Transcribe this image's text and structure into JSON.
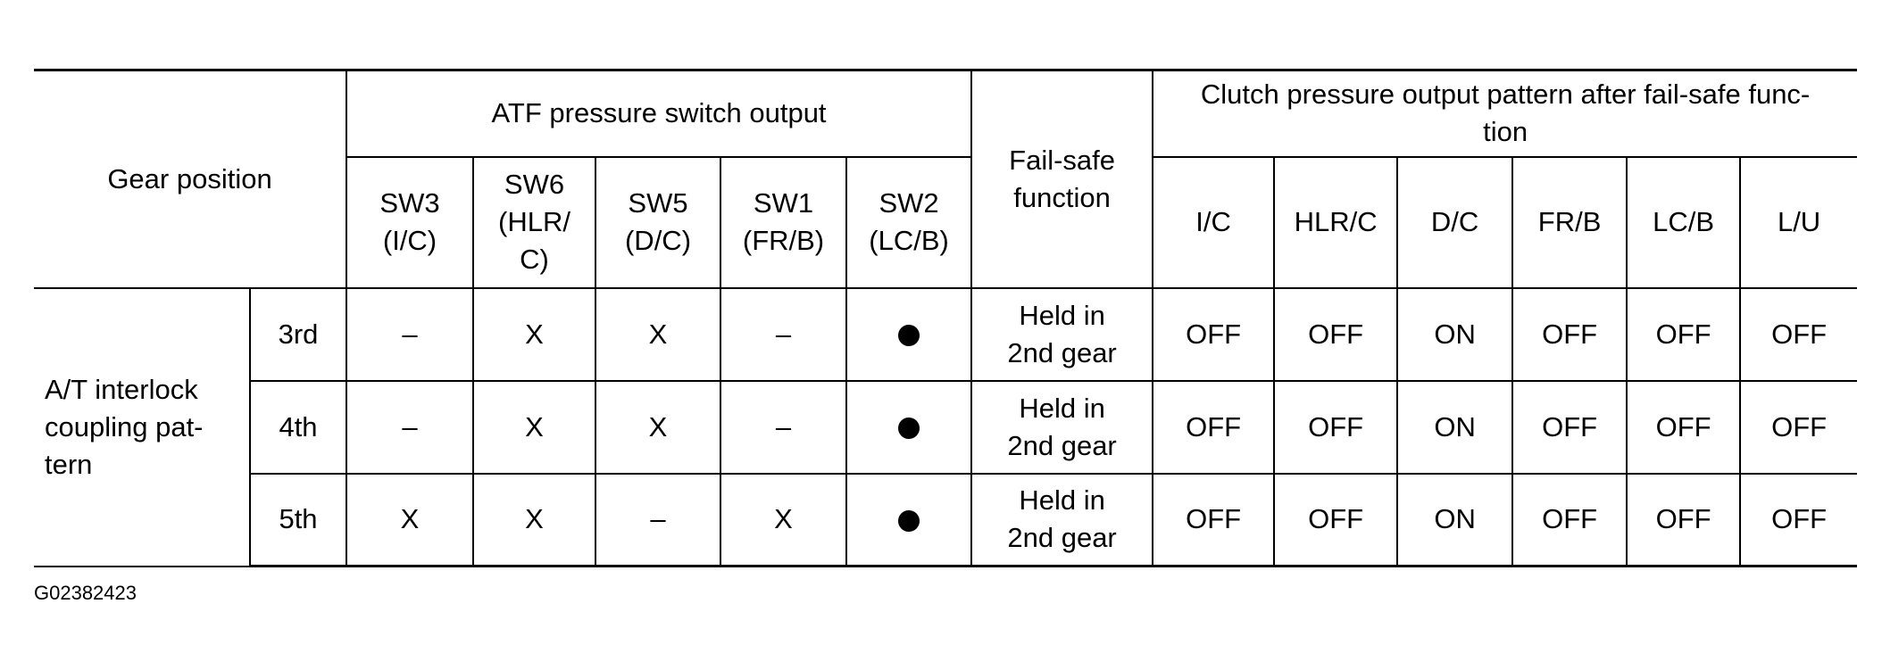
{
  "header": {
    "gear_position": "Gear position",
    "atf_group": "ATF pressure switch output",
    "failsafe": "Fail-safe\nfunction",
    "clutch_group": "Clutch pressure output pattern after fail-safe func-\ntion",
    "switches": [
      "SW3\n(I/C)",
      "SW6\n(HLR/\nC)",
      "SW5\n(D/C)",
      "SW1\n(FR/B)",
      "SW2\n(LC/B)"
    ],
    "clutches": [
      "I/C",
      "HLR/C",
      "D/C",
      "FR/B",
      "LC/B",
      "L/U"
    ]
  },
  "group_label": "A/T interlock\ncoupling pat-\ntern",
  "rows": [
    {
      "gear": "3rd",
      "switches": [
        "–",
        "X",
        "X",
        "–",
        "dot"
      ],
      "failsafe": "Held in\n2nd gear",
      "clutches": [
        "OFF",
        "OFF",
        "ON",
        "OFF",
        "OFF",
        "OFF"
      ]
    },
    {
      "gear": "4th",
      "switches": [
        "–",
        "X",
        "X",
        "–",
        "dot"
      ],
      "failsafe": "Held in\n2nd gear",
      "clutches": [
        "OFF",
        "OFF",
        "ON",
        "OFF",
        "OFF",
        "OFF"
      ]
    },
    {
      "gear": "5th",
      "switches": [
        "X",
        "X",
        "–",
        "X",
        "dot"
      ],
      "failsafe": "Held in\n2nd gear",
      "clutches": [
        "OFF",
        "OFF",
        "ON",
        "OFF",
        "OFF",
        "OFF"
      ]
    }
  ],
  "figure_id": "G02382423",
  "icons": {
    "filled_dot": "filled-circle-icon"
  }
}
